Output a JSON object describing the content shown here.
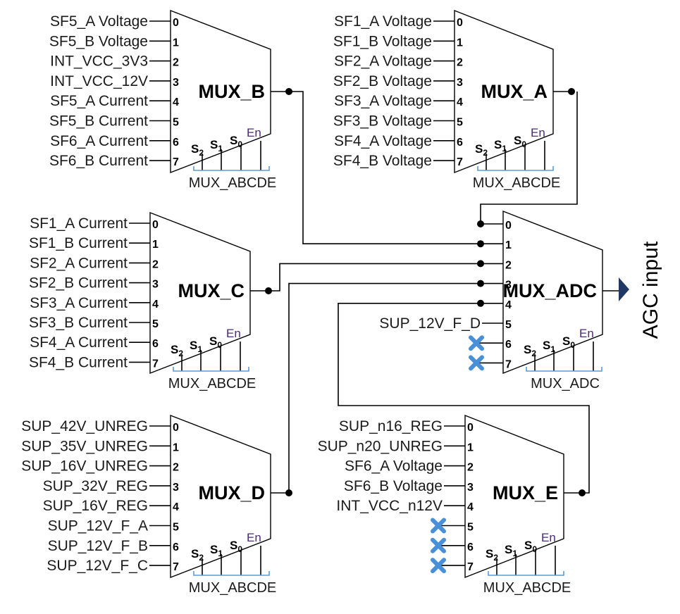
{
  "muxes": {
    "mux_b": {
      "title": "MUX_B",
      "inputs": [
        "SF5_A Voltage",
        "SF5_B Voltage",
        "INT_VCC_3V3",
        "INT_VCC_12V",
        "SF5_A Current",
        "SF5_B Current",
        "SF6_A Current",
        "SF6_B Current"
      ],
      "select_bus": "MUX_ABCDE"
    },
    "mux_a": {
      "title": "MUX_A",
      "inputs": [
        "SF1_A Voltage",
        "SF1_B Voltage",
        "SF2_A Voltage",
        "SF2_B Voltage",
        "SF3_A Voltage",
        "SF3_B Voltage",
        "SF4_A Voltage",
        "SF4_B Voltage"
      ],
      "select_bus": "MUX_ABCDE"
    },
    "mux_c": {
      "title": "MUX_C",
      "inputs": [
        "SF1_A Current",
        "SF1_B Current",
        "SF2_A Current",
        "SF2_B Current",
        "SF3_A Current",
        "SF3_B Current",
        "SF4_A Current",
        "SF4_B Current"
      ],
      "select_bus": "MUX_ABCDE"
    },
    "mux_adc": {
      "title": "MUX_ADC",
      "inputs": [
        "",
        "",
        "",
        "",
        "",
        "SUP_12V_F_D",
        "",
        ""
      ],
      "unconnected": [
        6,
        7
      ],
      "select_bus": "MUX_ADC"
    },
    "mux_d": {
      "title": "MUX_D",
      "inputs": [
        "SUP_42V_UNREG",
        "SUP_35V_UNREG",
        "SUP_16V_UNREG",
        "SUP_32V_REG",
        "SUP_16V_REG",
        "SUP_12V_F_A",
        "SUP_12V_F_B",
        "SUP_12V_F_C"
      ],
      "select_bus": "MUX_ABCDE"
    },
    "mux_e": {
      "title": "MUX_E",
      "inputs": [
        "SUP_n16_REG",
        "SUP_n20_UNREG",
        "SF6_A Voltage",
        "SF6_B Voltage",
        "INT_VCC_n12V",
        "",
        "",
        ""
      ],
      "unconnected": [
        5,
        6,
        7
      ],
      "select_bus": "MUX_ABCDE"
    }
  },
  "pin_numbers": [
    "0",
    "1",
    "2",
    "3",
    "4",
    "5",
    "6",
    "7"
  ],
  "select_labels": {
    "s2": "S",
    "s2_sub": "2",
    "s1": "S",
    "s1_sub": "1",
    "s0": "S",
    "s0_sub": "0",
    "en": "En"
  },
  "output_label": "AGC input",
  "colors": {
    "select_bus": "#5b9bd5",
    "no_connect": "#4a90d9",
    "arrow": "#1f3864"
  }
}
